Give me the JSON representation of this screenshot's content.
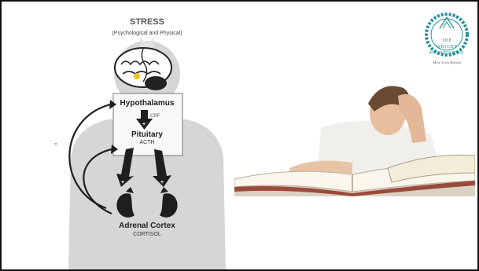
{
  "slide": {
    "diagram": {
      "title": "STRESS",
      "subtitle": "(Psychological and Physical)",
      "hypothalamus": "Hypothalamus",
      "crf": "CRF",
      "pituitary": "Pituitary",
      "acth": "ACTH",
      "adrenal": "Adrenal Cortex",
      "cortisol": "CORTISOL",
      "feedback_sign": "-",
      "plus_sign": "+"
    },
    "logo": {
      "line1": "THE",
      "line2": "WRIGHT",
      "line3": "FOUNDATION",
      "tagline": "Move Lives Beyond"
    },
    "photo": {
      "subject": "student-studying-with-books"
    },
    "colors": {
      "silhouette": "#d6d6d6",
      "arrow": "#1e1e1e",
      "highlight": "#f3c21b",
      "logo_teal": "#1f8f96"
    }
  }
}
